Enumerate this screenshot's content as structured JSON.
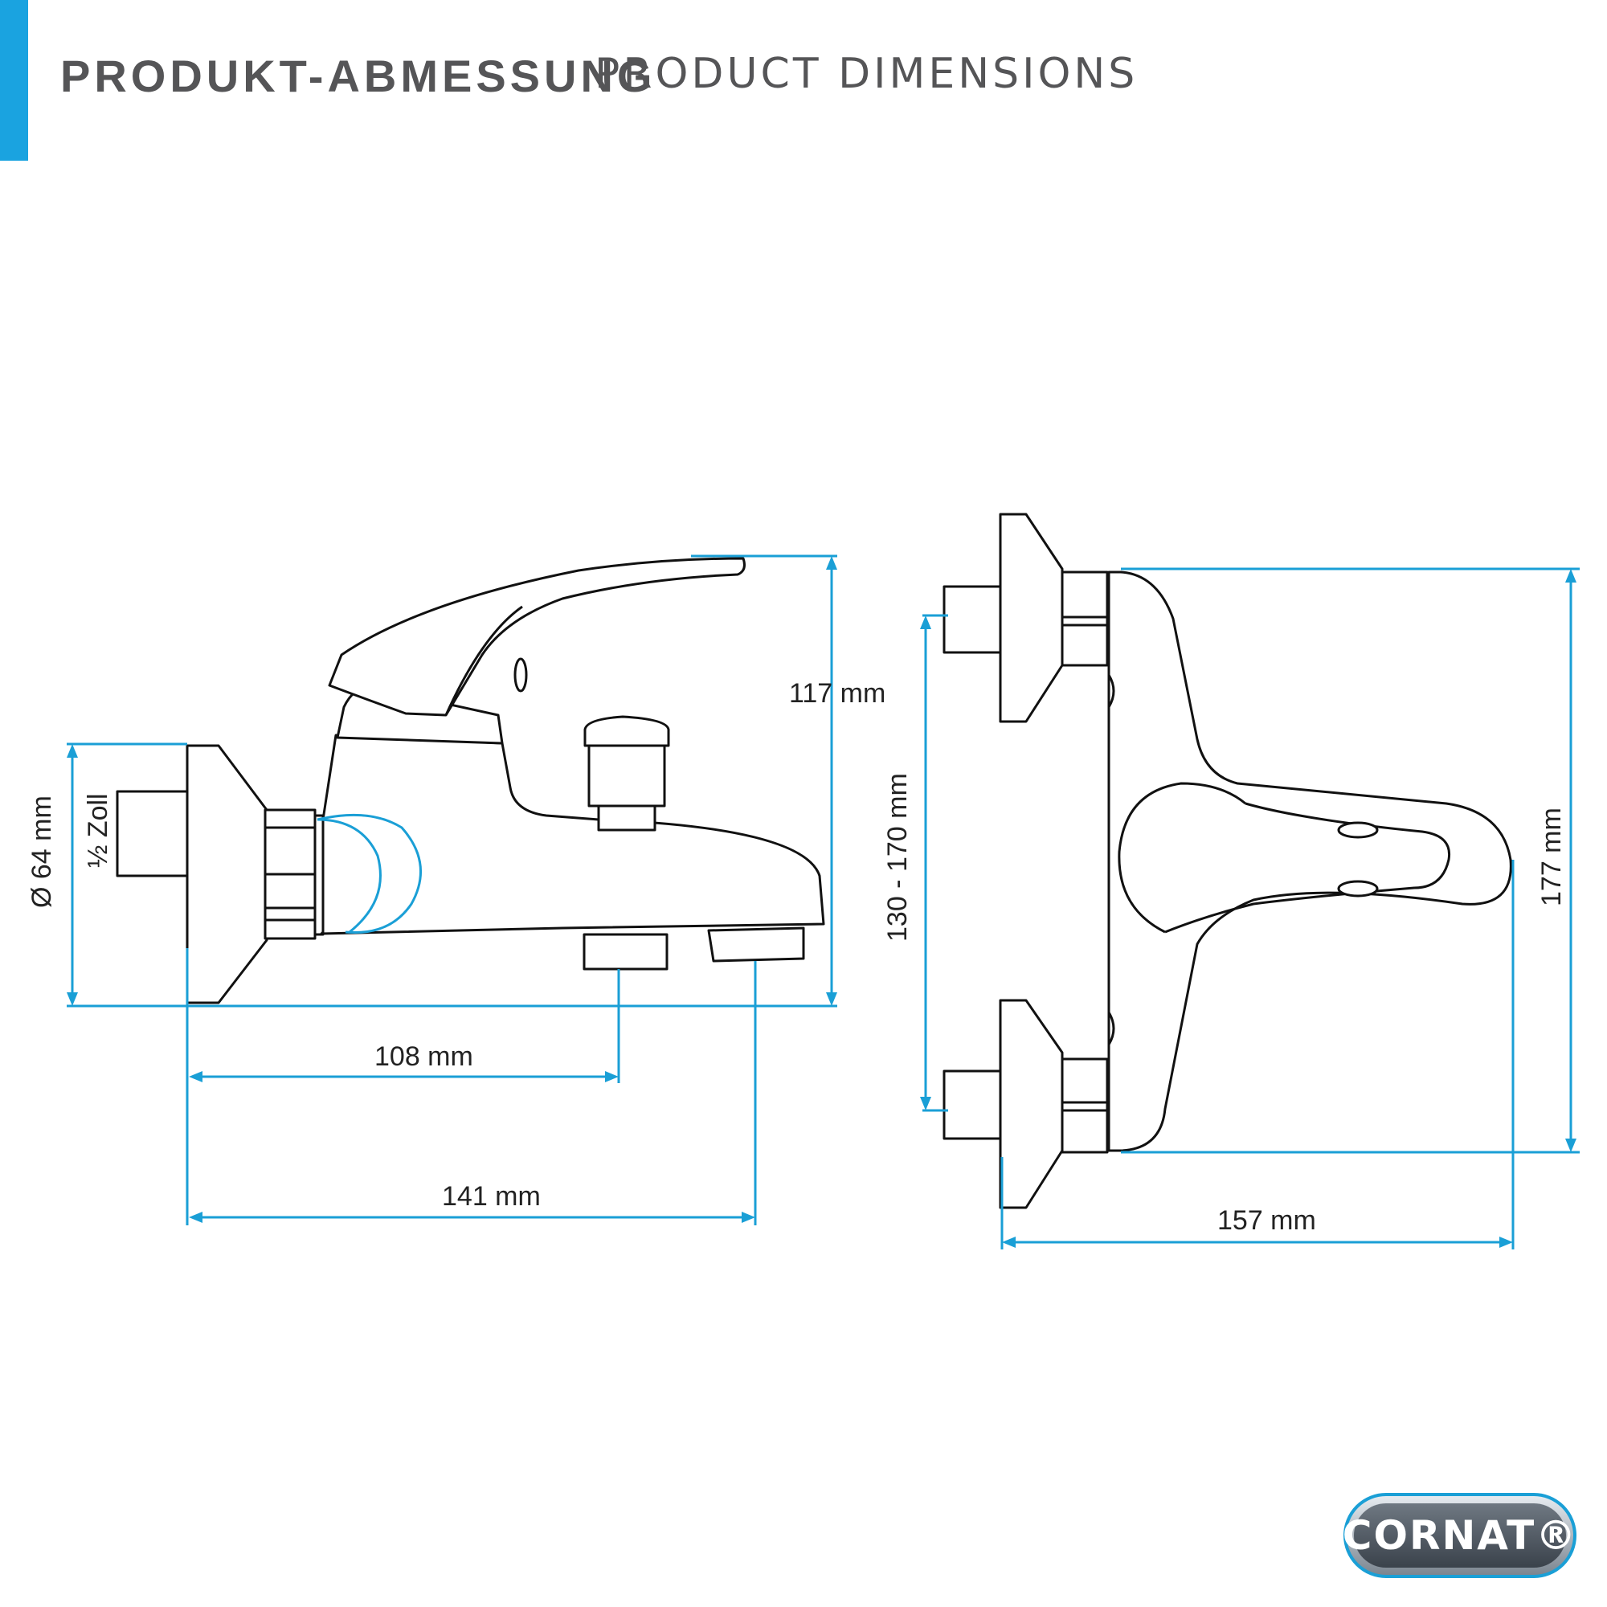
{
  "header": {
    "title_de": "PRODUKT-ABMESSUNG",
    "title_en": "PRODUCT DIMENSIONS",
    "accent_color": "#1aa3e0"
  },
  "dimensions": {
    "diameter": "Ø 64 mm",
    "thread": "½ Zoll",
    "height_side": "117 mm",
    "spout_outlet": "108 mm",
    "total_depth": "141 mm",
    "connection_spacing": "130 - 170 mm",
    "height_top": "177 mm",
    "total_width": "157 mm"
  },
  "colors": {
    "dimension_line": "#1a9fd6",
    "outline": "#111111"
  },
  "logo": {
    "text": "CORNAT®"
  }
}
